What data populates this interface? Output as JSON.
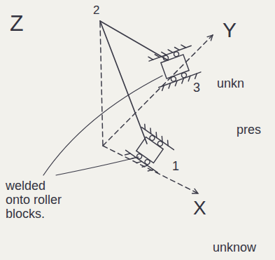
{
  "diagram": {
    "labels": [
      "Z",
      "2",
      "Y",
      "3",
      "X",
      "1",
      "welded onto roller blocks.",
      "unkn",
      "pres",
      "unknow"
    ]
  }
}
